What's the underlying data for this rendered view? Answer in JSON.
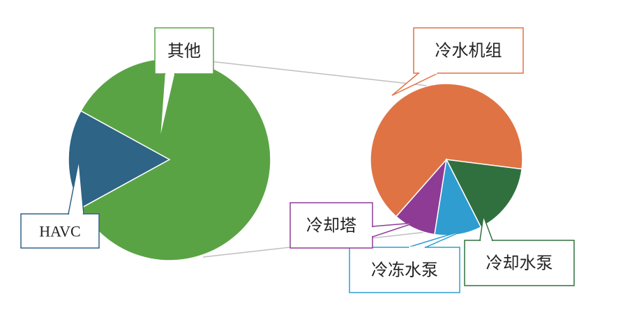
{
  "chart_data": {
    "type": "pie",
    "subtype": "pie-of-pie",
    "primary": {
      "slices": [
        {
          "label": "其他",
          "value": 84,
          "color": "#5aa345"
        },
        {
          "label": "HAVC",
          "value": 16,
          "color": "#2e6485"
        }
      ]
    },
    "secondary": {
      "of": "HAVC",
      "slices": [
        {
          "label": "冷水机组",
          "value": 65.5,
          "color": "#e07344"
        },
        {
          "label": "冷却水泵",
          "value": 15.5,
          "color": "#30703f"
        },
        {
          "label": "冷冻水泵",
          "value": 10,
          "color": "#2f9dd0"
        },
        {
          "label": "冷却塔",
          "value": 9,
          "color": "#8e3b96"
        }
      ]
    },
    "connector_color": "#bfbfbf",
    "legend": "none",
    "title": ""
  }
}
